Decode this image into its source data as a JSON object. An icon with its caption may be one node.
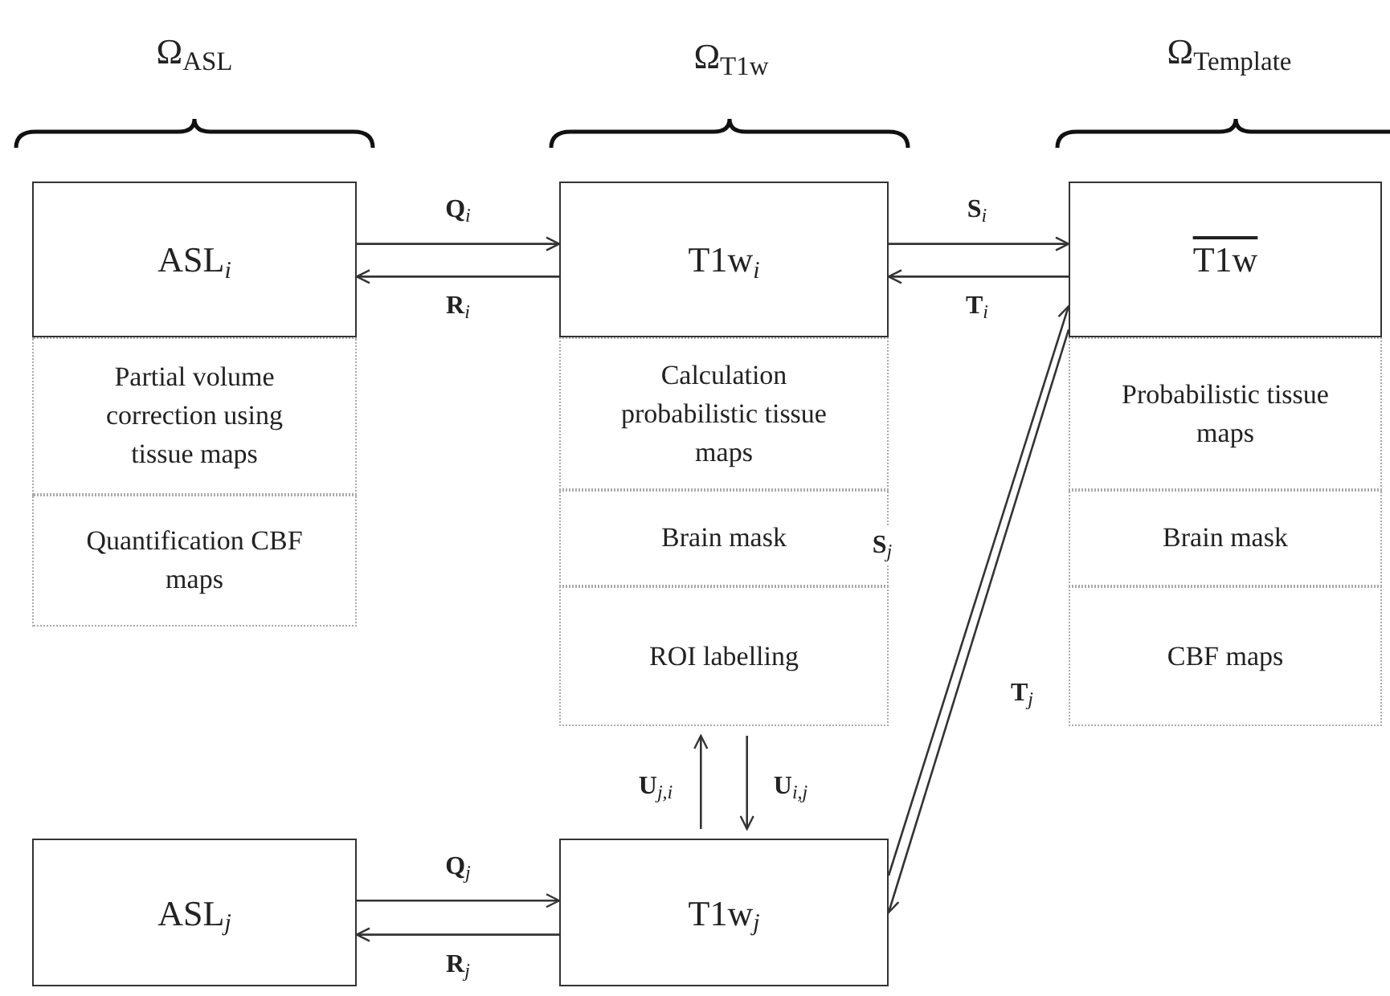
{
  "diagram": {
    "nodes": [
      {
        "text": [
          "ASL$_{i}$"
        ]
      },
      {
        "text": [
          "Partial volume correction using tissue maps"
        ]
      },
      {
        "text": [
          "Quantification CBF maps"
        ]
      },
      {
        "text": [
          "T1w$_{i}$"
        ]
      },
      {
        "text": [
          "Calculation probabilistic tissue maps"
        ]
      },
      {
        "text": [
          "Brain mask"
        ]
      },
      {
        "text": [
          "ROI labelling"
        ]
      },
      {
        "text": [
          "T1w"
        ]
      },
      {
        "text": [
          "Probabilistic tissue maps"
        ]
      },
      {
        "text": [
          "Brain mask"
        ]
      },
      {
        "text": [
          "CBF maps"
        ]
      },
      {
        "text": [
          "ASL$_{j}$"
        ]
      },
      {
        "text": [
          "T1w$_{j}$"
        ]
      }
    ],
    "edges": [
      {
        "from": 0,
        "to": 3,
        "arrow": "to",
        "label": "**Q**$_{i}$"
      },
      {
        "from": 3,
        "to": 0,
        "arrow": "to",
        "label": "**R**$_{i}$"
      },
      {
        "from": 3,
        "to": 7,
        "arrow": "to",
        "label": "**S**$_{i}$"
      },
      {
        "from": 7,
        "to": 3,
        "arrow": "to",
        "label": "**T**$_{i}$"
      },
      {
        "from": 12,
        "to": 7,
        "arrow": "to",
        "label": "**S**$_{j}$"
      },
      {
        "from": 7,
        "to": 12,
        "arrow": "to",
        "label": "**T**$_{j}$"
      },
      {
        "from": 12,
        "to": 6,
        "arrow": "to",
        "label": "**U**$_{j,i}$"
      },
      {
        "from": 6,
        "to": 12,
        "arrow": "to",
        "label": "**U**$_{i,j}$"
      },
      {
        "from": 11,
        "to": 12,
        "arrow": "to",
        "label": "**Q**$_{j}$"
      },
      {
        "from": 12,
        "to": 11,
        "arrow": "to",
        "label": "**R**$_{j}$"
      }
    ],
    "labels": [
      "Ω$_{ASL}$",
      "Ω$_{T1w}$",
      "Ω$_{Template}$"
    ]
  }
}
